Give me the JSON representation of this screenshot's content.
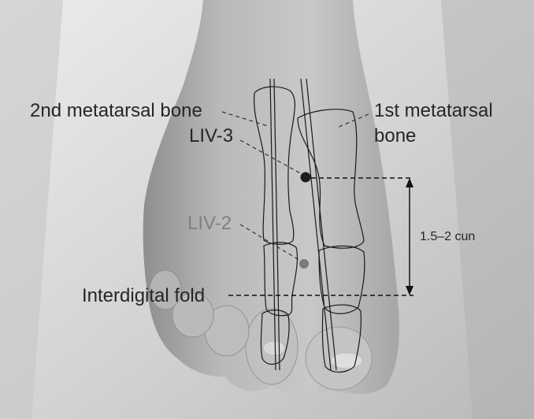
{
  "labels": {
    "metatarsal_2": "2nd metatarsal bone",
    "metatarsal_1_line1": "1st metatarsal",
    "metatarsal_1_line2": "bone",
    "point_liv3": "LIV-3",
    "point_liv2": "LIV-2",
    "interdigital_fold": "Interdigital fold",
    "distance": "1.5–2 cun"
  },
  "colors": {
    "liv3_point": "#1e1e1e",
    "liv2_point": "#7a7a7a",
    "label_dark": "#262626",
    "label_gray": "#808080"
  }
}
